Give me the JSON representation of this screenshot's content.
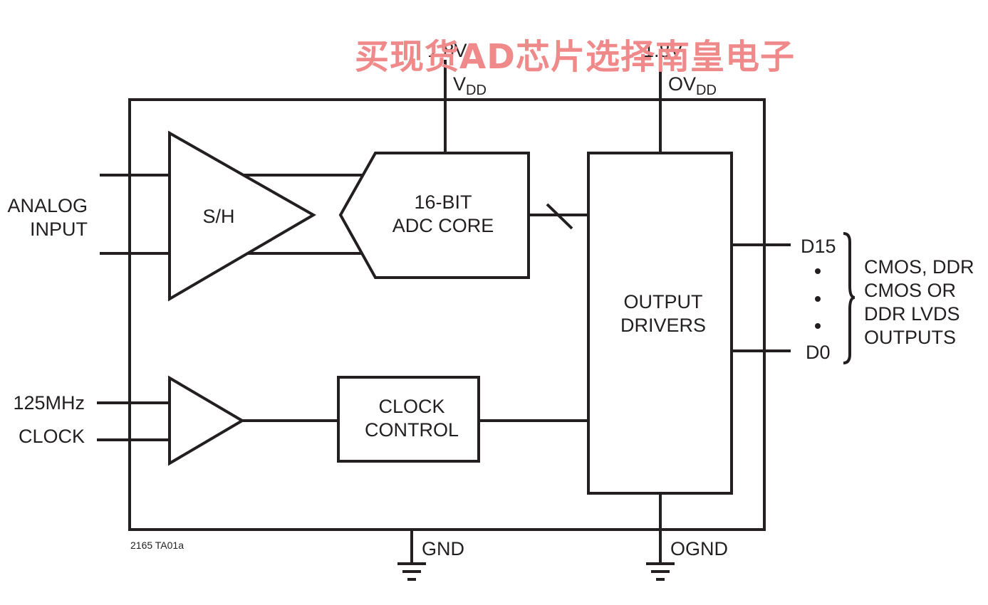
{
  "watermark": "买现货AD芯片选择南皇电子",
  "figure_id": "2165 TA01a",
  "supplies": {
    "vdd_voltage": "1.8V",
    "vdd_name": "V",
    "vdd_sub": "DD",
    "ovdd_voltage": "1.8V",
    "ovdd_name": "OV",
    "ovdd_sub": "DD"
  },
  "grounds": {
    "gnd": "GND",
    "ognd": "OGND"
  },
  "inputs": {
    "analog_line1": "ANALOG",
    "analog_line2": "INPUT",
    "clock_line1": "125MHz",
    "clock_line2": "CLOCK"
  },
  "blocks": {
    "sample_hold": "S/H",
    "adc_line1": "16-BIT",
    "adc_line2": "ADC CORE",
    "output_line1": "OUTPUT",
    "output_line2": "DRIVERS",
    "clock_line1": "CLOCK",
    "clock_line2": "CONTROL"
  },
  "outputs": {
    "msb": "D15",
    "lsb": "D0",
    "desc_line1": "CMOS, DDR",
    "desc_line2": "CMOS OR",
    "desc_line3": "DDR LVDS",
    "desc_line4": "OUTPUTS"
  }
}
